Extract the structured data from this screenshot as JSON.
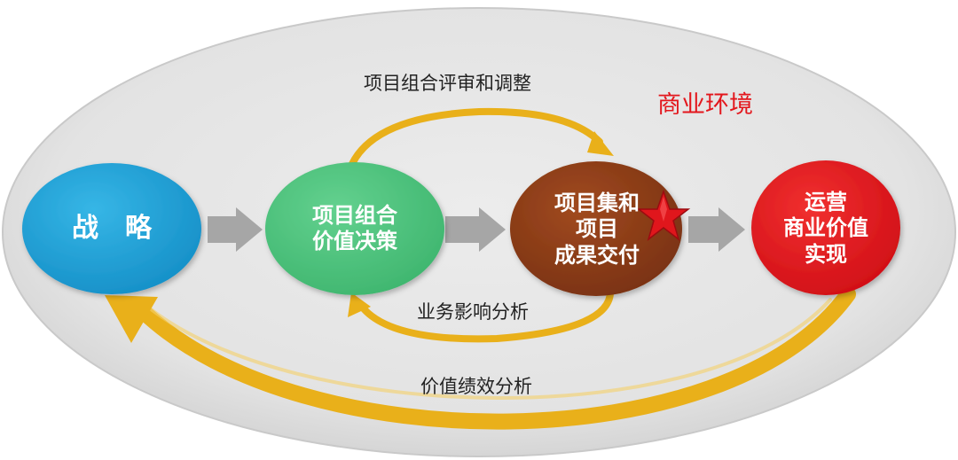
{
  "environment": {
    "label": "商业环境",
    "label_color": "#e3161c",
    "background_color": "#e6e6e6"
  },
  "nodes": {
    "strategy": {
      "lines": [
        "战　略"
      ],
      "color": "#1aa0d8"
    },
    "portfolio_value_decision": {
      "lines": [
        "项目组合",
        "价值决策"
      ],
      "color": "#4bc57f"
    },
    "program_delivery": {
      "lines": [
        "项目集和",
        "项目",
        "成果交付"
      ],
      "color": "#8a3b16",
      "marker": "star-icon"
    },
    "business_value_realization": {
      "lines": [
        "运营",
        "商业价值",
        "实现"
      ],
      "color": "#e3141c"
    }
  },
  "flows": {
    "portfolio_review": {
      "label": "项目组合评审和调整"
    },
    "business_impact": {
      "label": "业务影响分析"
    },
    "value_performance": {
      "label": "价值绩效分析"
    }
  },
  "colors": {
    "loop_arrow": "#e9b01a",
    "forward_arrow": "#a6a6a6",
    "star": "#e0161c"
  }
}
